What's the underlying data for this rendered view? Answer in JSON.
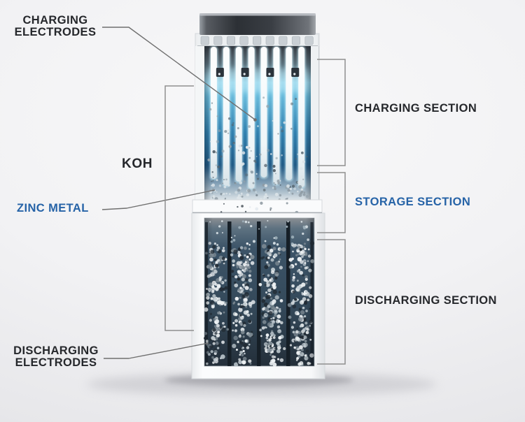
{
  "diagram": {
    "type": "battery-cell-cutaway",
    "labels": {
      "charging_electrodes": {
        "line1": "CHARGING",
        "line2": "ELECTRODES"
      },
      "koh": "KOH",
      "zinc_metal": "ZINC METAL",
      "discharging_electrodes": {
        "line1": "DISCHARGING",
        "line2": "ELECTRODES"
      },
      "charging_section": "CHARGING SECTION",
      "storage_section": "STORAGE SECTION",
      "discharging_section": "DISCHARGING SECTION"
    },
    "colors": {
      "label_dark": "#26282c",
      "label_blue": "#2663a7",
      "leader_line": "#6f6f6f",
      "bracket": "#8f8f8f",
      "glow_top": "#d9f1fa",
      "glow_mid": "#3f93c2",
      "glow_deep": "#1d5480",
      "cap_dark": "#2f3338",
      "discharge_bg": "#37495a"
    }
  }
}
